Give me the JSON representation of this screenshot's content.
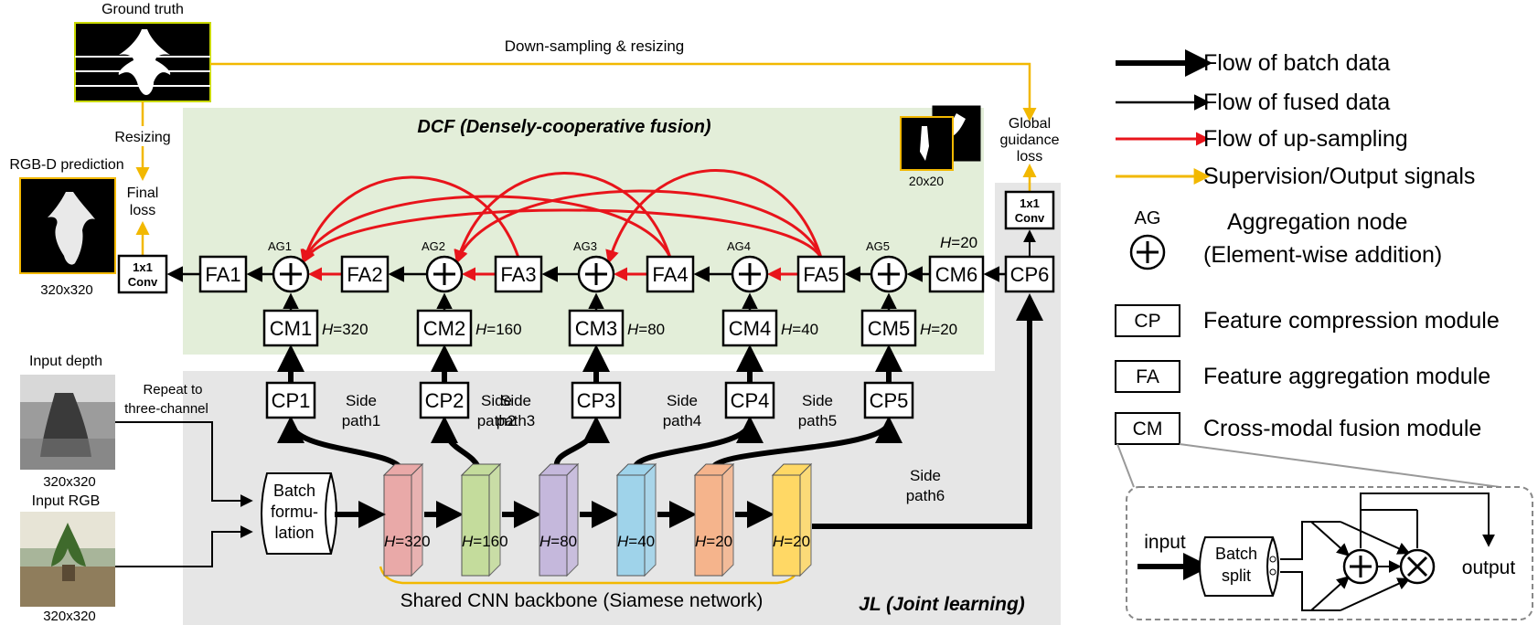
{
  "colors": {
    "batch_flow": "#000000",
    "fused_flow": "#000000",
    "upsampling_flow": "#e8141b",
    "supervision_flow": "#f2b800",
    "dcf_background": "#e3eed9",
    "jl_background": "#e6e6e6",
    "backbone_blocks": [
      "#e9a9a8",
      "#c4dc9c",
      "#c5b8dc",
      "#9fd3ea",
      "#f5b48c",
      "#ffd865"
    ]
  },
  "title": {
    "dcf": "DCF (Densely-cooperative fusion)",
    "jl": "JL (Joint learning)"
  },
  "images": {
    "ground_truth": "Ground truth",
    "rgbd_prediction": "RGB-D prediction",
    "rgbd_size": "320x320",
    "input_depth": "Input depth",
    "depth_size": "320x320",
    "input_rgb": "Input RGB",
    "rgb_size": "320x320",
    "guidance_size": "20x20"
  },
  "texts": {
    "downsampling": "Down-sampling & resizing",
    "resizing": "Resizing",
    "final_loss_1": "Final",
    "final_loss_2": "loss",
    "global_1": "Global",
    "global_2": "guidance",
    "global_3": "loss",
    "repeat_1": "Repeat to",
    "repeat_2": "three-channel",
    "batch_1": "Batch",
    "batch_2": "formu-",
    "batch_3": "lation",
    "backbone": "Shared CNN backbone (Siamese network)",
    "conv_1": "1x1",
    "conv_2": "Conv",
    "side_word": "Side"
  },
  "fa_modules": [
    "FA1",
    "FA2",
    "FA3",
    "FA4",
    "FA5"
  ],
  "ag_nodes": [
    "AG1",
    "AG2",
    "AG3",
    "AG4",
    "AG5"
  ],
  "cm_modules": [
    "CM1",
    "CM2",
    "CM3",
    "CM4",
    "CM5",
    "CM6"
  ],
  "cm_heights": [
    "=320",
    "=160",
    "=80",
    "=40",
    "=20",
    "=20"
  ],
  "h_symbol": "H",
  "cp_modules": [
    "CP1",
    "CP2",
    "CP3",
    "CP4",
    "CP5",
    "CP6"
  ],
  "side_paths": [
    "path1",
    "path2",
    "path3",
    "path4",
    "path5",
    "path6"
  ],
  "backbone_heights": [
    "=320",
    "=160",
    "=80",
    "=40",
    "=20",
    "=20"
  ],
  "legend": {
    "batch": "Flow of batch data",
    "fused": "Flow of fused data",
    "upsampling": "Flow of up-sampling",
    "supervision": "Supervision/Output signals",
    "ag_symbol": "AG",
    "ag_name": "Aggregation node",
    "ag_desc": "(Element-wise addition)",
    "cp_symbol": "CP",
    "cp_desc": "Feature compression module",
    "fa_symbol": "FA",
    "fa_desc": "Feature aggregation module",
    "cm_symbol": "CM",
    "cm_desc": "Cross-modal fusion module"
  },
  "cm_detail": {
    "input": "input",
    "batch_1": "Batch",
    "batch_2": "split",
    "output": "output"
  }
}
